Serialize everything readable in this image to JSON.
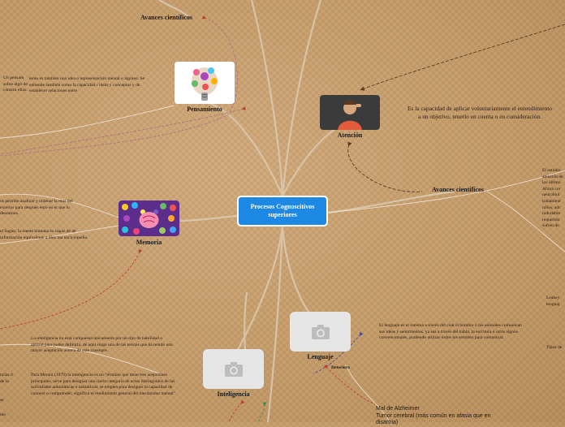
{
  "central": {
    "title": "Procesos Cognoscitivos superiores"
  },
  "nodes": {
    "pensamiento": {
      "label": "Pensamiento",
      "image_icon": "brain-ideas-icon"
    },
    "atencion": {
      "label": "Atención",
      "image_icon": "man-listening-icon"
    },
    "memoria": {
      "label": "Memoria",
      "image_icon": "brain-apps-icon"
    },
    "lenguaje": {
      "label": "Lenguaje",
      "image_icon": "camera-placeholder-icon"
    },
    "inteligencia": {
      "label": "Inteligencia",
      "image_icon": "camera-placeholder-icon"
    }
  },
  "topics": {
    "avances_top": "Avances científicos",
    "avances_right": "Avances científicos",
    "deterioro": "Deterioro"
  },
  "texts": {
    "pensamiento_left": "Un pensam sobre algo de constru ellas.",
    "pensamiento_desc": "iento es también una idea o representación mental o alguien. Se entiende también como la capacidad r ideas y conceptos y de establecer relaciones entre",
    "atencion_desc": "Es la capacidad de aplicar voluntariamente el entendimiento a un objetivo, tenerlo en cuenta o en consideración.",
    "atencion_right": "El estudio atención de los último Ahora cor neurobiol tratamient niños, adc indudable requerido sufren de",
    "memoria_1": "os permite analizar y ordenar la mos del exterior para después ento en el que lo deseamos.",
    "memoria_2": "el Sagan, la mente humana es capaz de de información equivalente a diez ma enciclopedia.",
    "lenguaje_desc": "El lenguaje es el sistema a través del cual el hombre o los animales comunican sus ideas y sentimientos, ya sea a través del habla, la escritura u otros signos convencionales, pudiendo utilizar todos los sentidos para comunicar.",
    "leakey": "Leakey lenguaj",
    "tipos": "Tipos de",
    "inteligencia_1": "La inteligencia no está compuesta únicamente por un tipo de habilidad o aptitud para poder definirla, de aquí surge una de las teorías que ha tenido una mayor aceptación acerca de este concepto.",
    "inteligencia_2": "Para Merani (1979) la inteligencia es un \"término que tiene tres acepciones principales, sirve para designar una cierta categoría de actos distinguidos de las actividades automáticas o instintivas; se emplea para designar la capacidad de conocer o comprender; significa el rendimiento general del mecanismo mental\"",
    "left_frag_1": "ncias d de la",
    "left_frag_2": "se",
    "left_frag_3": "uto",
    "deterioro_list": "Mal de Alzheimer\nTumor cerebral (más común en afasia que en disartria)"
  },
  "colors": {
    "central": "#1e88e5",
    "connector": "#d9c3a6",
    "dashed_pink": "#b06a86",
    "dashed_brown": "#5a3a20",
    "dashed_red": "#c0392b",
    "dashed_green": "#2e8b57"
  }
}
